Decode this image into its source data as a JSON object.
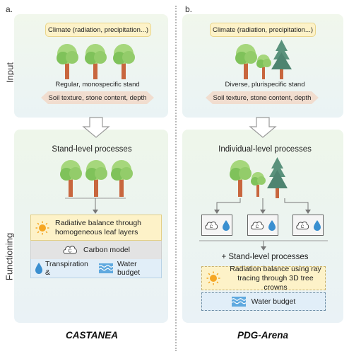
{
  "panels": {
    "left_letter": "a.",
    "right_letter": "b."
  },
  "rows": {
    "input": "Input",
    "functioning": "Functioning"
  },
  "left": {
    "climate": "Climate (radiation, precipitation...)",
    "stand_caption": "Regular, monospecific stand",
    "soil": "Soil texture, stone content, depth",
    "process_heading": "Stand-level processes",
    "radiative": "Radiative balance through homogeneous leaf layers",
    "carbon": "Carbon model",
    "transpiration": "Transpiration &",
    "water_budget": "Water budget",
    "model_name": "CASTANEA"
  },
  "right": {
    "climate": "Climate (radiation, precipitation...)",
    "stand_caption": "Diverse, plurispecific stand",
    "soil": "Soil texture, stone content, depth",
    "process_heading": "Individual-level processes",
    "stand_heading": "+ Stand-level processes",
    "radiation": "Radiation balance using ray tracing through 3D tree crowns",
    "water_budget": "Water budget",
    "model_name": "PDG-Arena"
  },
  "icons": {
    "carbon_cloud_symbol": "C"
  },
  "colors": {
    "trunk": "#c8663e",
    "canopy_light": "#a6d77c",
    "canopy_dark": "#7fc25a",
    "conifer": "#5a927c",
    "sun": "#f5a623",
    "water": "#3a8fd0",
    "box_yellow": "#fdf2c8",
    "box_gray": "#e3e3e3",
    "box_blue": "#e1eef8"
  }
}
